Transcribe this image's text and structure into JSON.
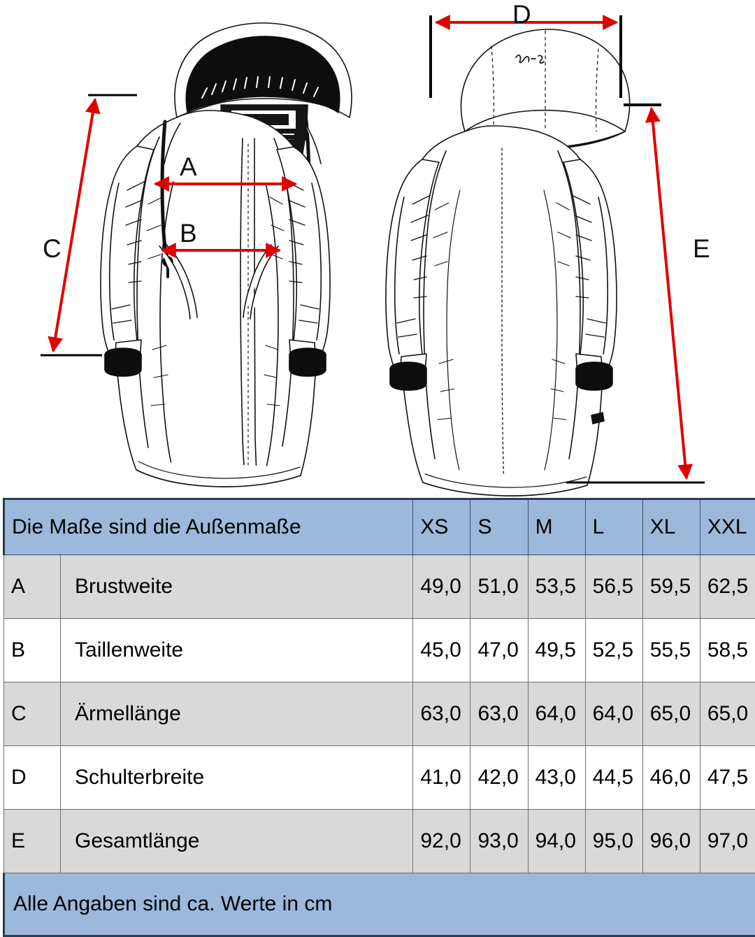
{
  "illustration": {
    "front_view_name": "jacket-front-view",
    "back_view_name": "jacket-back-view",
    "measurement_labels": {
      "a": "A",
      "b": "B",
      "c": "C",
      "d": "D",
      "e": "E"
    },
    "arrow_color": "#e00000",
    "line_color": "#000000"
  },
  "table": {
    "header": {
      "title": "Die Maße sind die Außenmaße",
      "sizes": [
        "XS",
        "S",
        "M",
        "L",
        "XL",
        "XXL"
      ]
    },
    "rows": [
      {
        "key": "A",
        "label": "Brustweite",
        "values": [
          "49,0",
          "51,0",
          "53,5",
          "56,5",
          "59,5",
          "62,5"
        ]
      },
      {
        "key": "B",
        "label": "Taillenweite",
        "values": [
          "45,0",
          "47,0",
          "49,5",
          "52,5",
          "55,5",
          "58,5"
        ]
      },
      {
        "key": "C",
        "label": "Ärmellänge",
        "values": [
          "63,0",
          "63,0",
          "64,0",
          "64,0",
          "65,0",
          "65,0"
        ]
      },
      {
        "key": "D",
        "label": "Schulterbreite",
        "values": [
          "41,0",
          "42,0",
          "43,0",
          "44,5",
          "46,0",
          "47,5"
        ]
      },
      {
        "key": "E",
        "label": "Gesamtlänge",
        "values": [
          "92,0",
          "93,0",
          "94,0",
          "95,0",
          "96,0",
          "97,0"
        ]
      }
    ],
    "footer": "Alle Angaben sind ca. Werte in cm",
    "colors": {
      "header_blue": "#9cb9dc",
      "row_shade": "#d9d9d9",
      "row_plain": "#ffffff",
      "border": "#6f6f6f"
    }
  }
}
